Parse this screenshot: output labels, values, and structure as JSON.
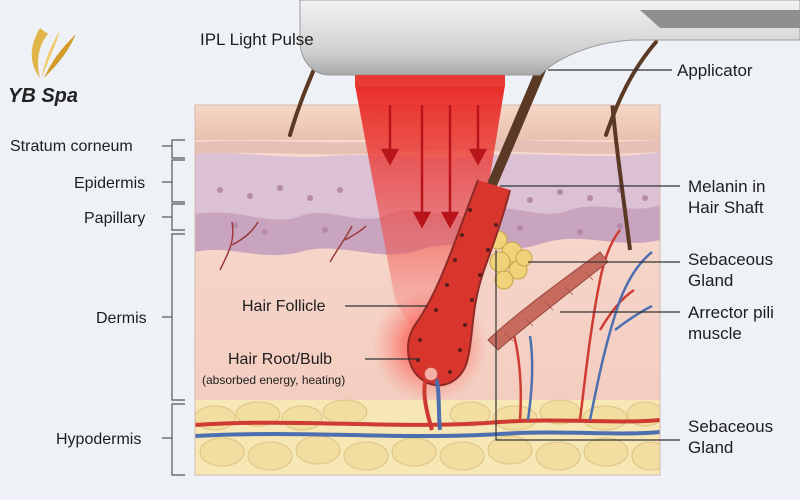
{
  "brand": {
    "name": "YB Spa",
    "color": "#d8a93a"
  },
  "labels": {
    "ipl_pulse": "IPL Light Pulse",
    "applicator": "Applicator",
    "melanin_line1": "Melanin in",
    "melanin_line2": "Hair Shaft",
    "sebaceous_top_line1": "Sebaceous",
    "sebaceous_top_line2": "Gland",
    "arrector_line1": "Arrector pili",
    "arrector_line2": "muscle",
    "sebaceous_bottom_line1": "Sebaceous",
    "sebaceous_bottom_line2": "Gland",
    "hair_follicle": "Hair Follicle",
    "hair_root": "Hair Root/Bulb",
    "hair_root_note": "(absorbed energy, heating)",
    "stratum_corneum": "Stratum corneum",
    "epidermis": "Epidermis",
    "papillary": "Papillary",
    "dermis": "Dermis",
    "hypodermis": "Hypodermis"
  },
  "colors": {
    "background": "#eef2f7",
    "light_beam": "#e8211d",
    "dermis": "#f6d4c8",
    "epidermis": "#dcc0d4",
    "fat": "#f2dea0",
    "artery": "#cf3a32",
    "vein": "#4d6fb0",
    "hair": "#5a3a25"
  }
}
